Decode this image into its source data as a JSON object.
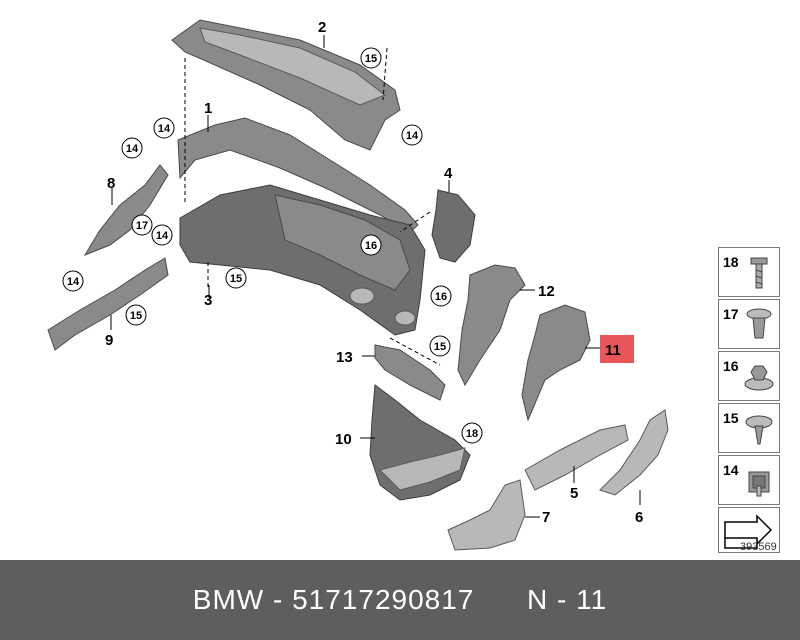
{
  "diagram": {
    "code": "393569",
    "highlight_color": "#e8565a",
    "callouts": {
      "p1": "1",
      "p2": "2",
      "p3": "3",
      "p4": "4",
      "p5": "5",
      "p6": "6",
      "p7": "7",
      "p8": "8",
      "p9": "9",
      "p10": "10",
      "p11": "11",
      "p12": "12",
      "p13": "13"
    },
    "circled": {
      "c14a": "14",
      "c14b": "14",
      "c14c": "14",
      "c14d": "14",
      "c14e": "14",
      "c15a": "15",
      "c15b": "15",
      "c15c": "15",
      "c15d": "15",
      "c16a": "16",
      "c16b": "16",
      "c17": "17",
      "c18": "18"
    },
    "legend": [
      {
        "num": "18",
        "icon": "screw-icon"
      },
      {
        "num": "17",
        "icon": "expanding-rivet-icon"
      },
      {
        "num": "16",
        "icon": "hex-nut-icon"
      },
      {
        "num": "15",
        "icon": "push-clip-icon"
      },
      {
        "num": "14",
        "icon": "clip-nut-icon"
      }
    ]
  },
  "footer": {
    "brand": "BMW",
    "part_number": "51717290817",
    "position": "N - 11",
    "text": "BMW - 51717290817      N - 11"
  }
}
